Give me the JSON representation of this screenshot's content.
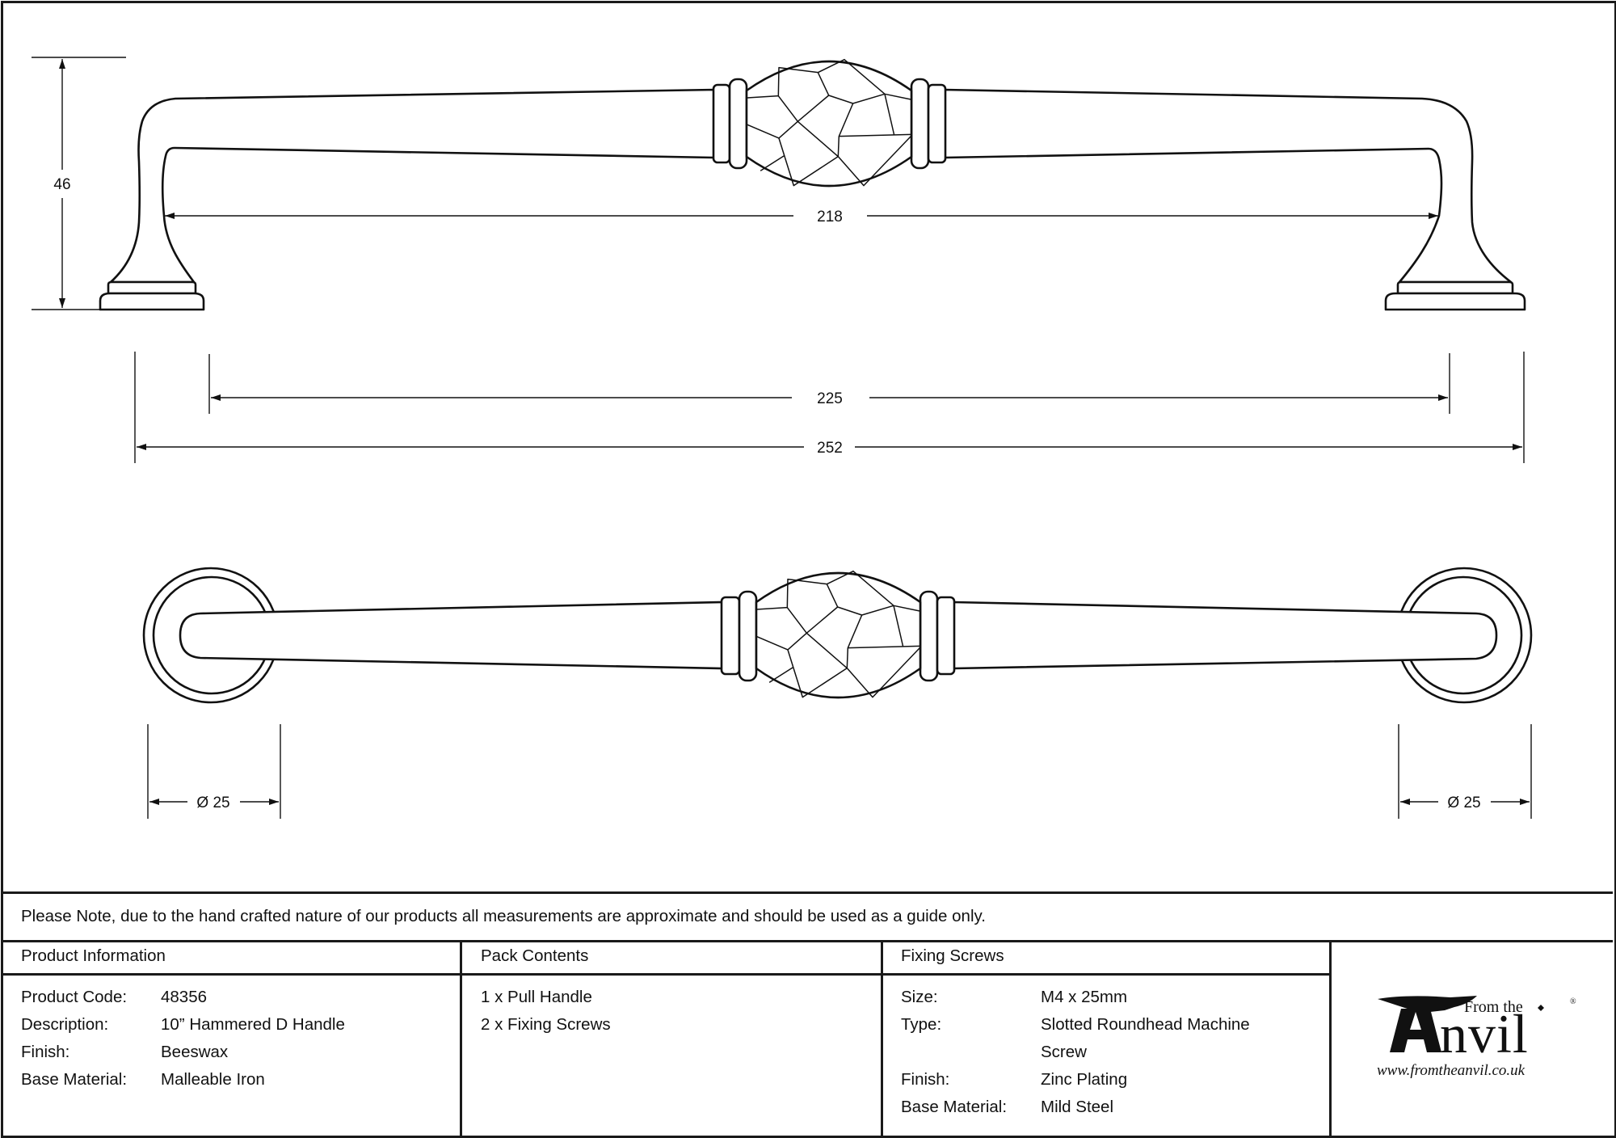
{
  "drawing": {
    "title": "10\" Hammered D Handle technical drawing",
    "dimensions": {
      "height": "46",
      "inner_span": "218",
      "centres": "225",
      "overall_length": "252",
      "rose_diameter_left": "Ø 25",
      "rose_diameter_right": "Ø 25"
    },
    "views": [
      "side-elevation",
      "plan-view"
    ],
    "line_color": "#111111"
  },
  "note": "Please Note, due to the hand crafted nature of our products all measurements are approximate and should be used as a guide only.",
  "product_information": {
    "heading": "Product Information",
    "rows": [
      {
        "label": "Product Code:",
        "value": "48356"
      },
      {
        "label": "Description:",
        "value": "10” Hammered D Handle"
      },
      {
        "label": "Finish:",
        "value": "Beeswax"
      },
      {
        "label": "Base Material:",
        "value": "Malleable Iron"
      }
    ]
  },
  "pack_contents": {
    "heading": "Pack Contents",
    "items": [
      "1 x Pull Handle",
      "2 x Fixing Screws"
    ]
  },
  "fixing_screws": {
    "heading": "Fixing Screws",
    "rows": [
      {
        "label": "Size:",
        "value": "M4 x 25mm"
      },
      {
        "label": "Type:",
        "value": "Slotted Roundhead Machine"
      },
      {
        "label": "",
        "value": "Screw"
      },
      {
        "label": "Finish:",
        "value": "Zinc Plating"
      },
      {
        "label": "Base Material:",
        "value": "Mild Steel"
      }
    ]
  },
  "logo": {
    "tagline": "From the",
    "brand": "nvil",
    "brand_initial": "A",
    "registered": "®",
    "url": "www.fromtheanvil.co.uk"
  }
}
